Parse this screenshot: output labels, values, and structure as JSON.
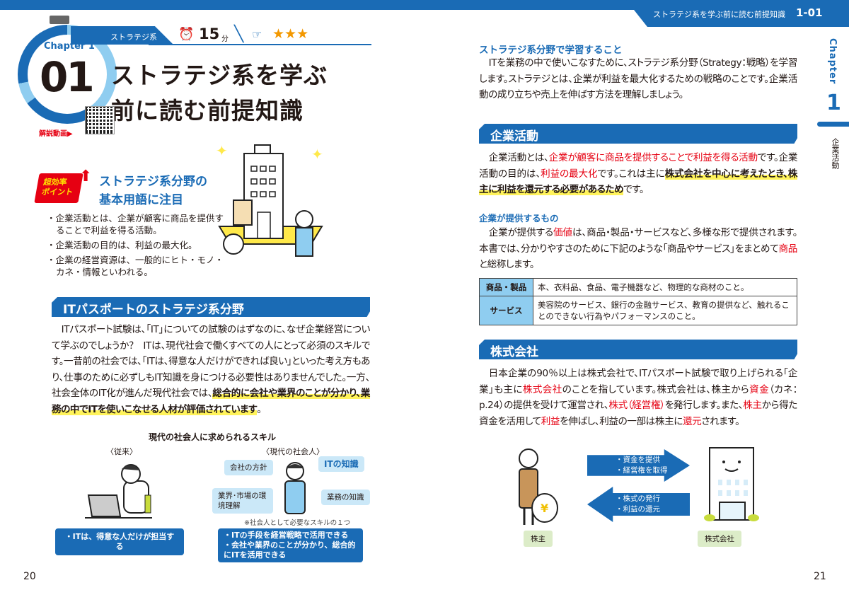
{
  "header": {
    "running_title": "ストラテジ系を学ぶ前に読む前提知識",
    "section_number": "1-01"
  },
  "left": {
    "chapter_label": "Chapter 1",
    "lesson_number": "01",
    "category": "ストラテジ系",
    "time_value": "15",
    "time_unit": "分",
    "difficulty_stars": 3,
    "stars_text": "★★★",
    "title_lines": [
      "ストラテジ系を学ぶ",
      "前に読む前提知識"
    ],
    "video_label": "解説動画▶",
    "point_badge": [
      "超効率",
      "ポイント"
    ],
    "point_heading": [
      "ストラテジ系分野の",
      "基本用語に注目"
    ],
    "bullets": [
      "企業活動とは、企業が顧客に商品を提供することで利益を得る活動。",
      "企業活動の目的は、利益の最大化。",
      "企業の経営資源は、一般的にヒト・モノ・カネ・情報といわれる。"
    ],
    "section1": {
      "title": "ITパスポートのストラテジ系分野",
      "p1": "ITパスポート試験は、「IT」についての試験のはずなのに、なぜ企業経営について学ぶのでしょうか？　ITは、現代社会で働くすべての人にとって必須のスキルです。一昔前の社会では、「ITは、得意な人だけができれば良い」といった考え方もあり、仕事のために必ずしもIT知識を身につける必要性はありませんでした。一方、社会全体のIT化が進んだ現代社会では、",
      "p1_hl": "総合的に会社や業界のことが分かり、業務の中でITを使いこなせる人材が評価されています",
      "p1_end": "。"
    },
    "figure": {
      "title": "現代の社会人に求められるスキル",
      "past_label": "〈従来〉",
      "modern_label": "〈現代の社会人〉",
      "bubbles": [
        "会社の方針",
        "ITの知識",
        "業界･市場の環境理解",
        "業務の知識"
      ],
      "note": "※社会人として必要なスキルの１つ",
      "past_box": "・ITは、得意な人だけが担当する",
      "modern_box": [
        "・ITの手段を経営戦略で活用できる",
        "・会社や業界のことが分かり、総合的にITを活用できる"
      ]
    },
    "page_number": "20"
  },
  "right": {
    "side_tab": {
      "chapter": "Chapter",
      "number": "1",
      "section": "企業活動"
    },
    "intro": {
      "heading": "ストラテジ系分野で学習すること",
      "text": "ITを業務の中で使いこなすために、ストラテジ系分野（Strategy：戦略）を学習します。ストラテジとは、企業が利益を最大化するための戦略のことです。企業活動の成り立ちや売上を伸ばす方法を理解しましょう。"
    },
    "section2": {
      "title": "企業活動",
      "s": [
        "企業活動とは、",
        "企業が顧客に商品を提供することで利益を得る活動",
        "です。企業活動の目的は、",
        "利益の最大化",
        "です。これは主に",
        "株式会社を中心に考えたとき、株主に利益を還元する必要があるため",
        "です。"
      ]
    },
    "offer": {
      "heading": "企業が提供するもの",
      "s": [
        "企業が提供する",
        "価値",
        "は、商品・製品・サービスなど、多様な形で提供されます。本書では、分かりやすさのために下記のような「商品やサービス」をまとめて",
        "商品",
        "と総称します。"
      ],
      "table": [
        {
          "term": "商品・製品",
          "desc": "本、衣料品、食品、電子機器など、物理的な商材のこと。"
        },
        {
          "term": "サービス",
          "desc": "美容院のサービス、銀行の金融サービス、教育の提供など、触れることのできない行為やパフォーマンスのこと。"
        }
      ]
    },
    "section3": {
      "title": "株式会社",
      "s": [
        "日本企業の90％以上は株式会社で、ITパスポート試験で取り上げられる「企業」も主に",
        "株式会社",
        "のことを指しています。株式会社は、株主から",
        "資金",
        "（カネ：p.24）の提供を受けて運営され、",
        "株式（経営権）",
        "を発行します。また、",
        "株主",
        "から得た資金を活用して",
        "利益",
        "を伸ばし、利益の一部は株主に",
        "還元",
        "されます。"
      ]
    },
    "diagram": {
      "to_company": [
        "・資金を提供",
        "・経営権を取得"
      ],
      "to_holder": [
        "・株式の発行",
        "・利益の還元"
      ],
      "holder_label": "株主",
      "company_label": "株式会社"
    },
    "page_number": "21"
  },
  "colors": {
    "brand_blue": "#1a6bb5",
    "light_blue": "#8fcdf0",
    "accent_red": "#e60012",
    "highlight": "#fff35a",
    "star": "#f39800"
  }
}
